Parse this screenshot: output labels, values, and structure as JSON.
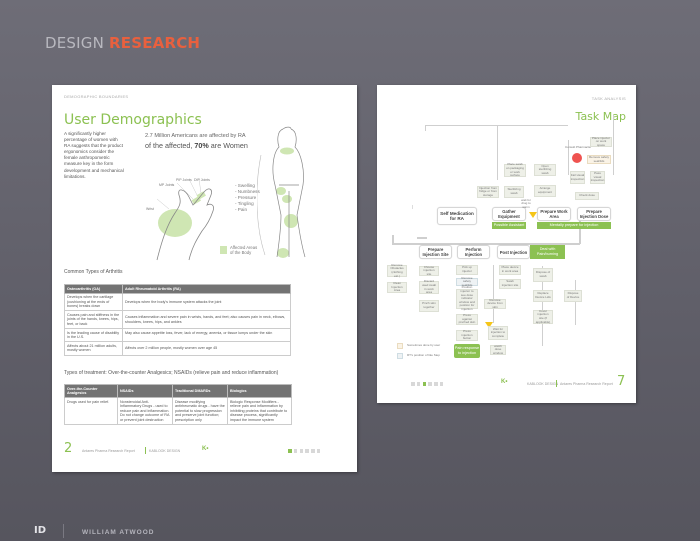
{
  "header": {
    "title_light": "DESIGN ",
    "title_accent": "RESEARCH",
    "accent_color": "#e8603e"
  },
  "left_page": {
    "section_tag": "DEMOGRAPHIC BOUNDARIES",
    "title": "User Demographics",
    "intro": "A significantly higher percentage of women with RA suggests that the product ergonomics consider the female anthropometric measure key in the form development and mechanical limitations.",
    "stat_line1": "2.7 Million Americans are affected by RA",
    "stat_line2_pre": "of the affected, ",
    "stat_line2_bold": "70%",
    "stat_line2_post": " are Women",
    "joint_labels": {
      "pip": "PIP Joints",
      "dip": "DIP Joints",
      "mp": "MP Joints",
      "wrist": "Wrist"
    },
    "symptoms": [
      "- Swelling",
      "- Numbness",
      "- Pressure",
      "- Tingling",
      "- Pain"
    ],
    "legend": "Affected Areas of the Body",
    "arthritis_table": {
      "caption": "Common Types of Arthritis",
      "headers": [
        "Osteoarthritis (OA)",
        "Adult Rheumatoid Arthritis (RA)"
      ],
      "rows": [
        [
          "Develops when the cartilage (cushioning at the ends of bones) breaks down",
          "Develops when the body's immune system attacks the joint"
        ],
        [
          "Causes pain and stiffness in the joints of the hands, knees, hips, feet, or back",
          "Causes inflammation and severe pain in wrists, hands, and feet; also causes pain in neck, elbows, shoulders, knees, hips, and ankles"
        ],
        [
          "Is the leading cause of disability in the U.S.",
          "May also cause appetite loss, fever, lack of energy, anemia, or tissue lumps under the skin"
        ],
        [
          "Affects about 21 million adults, mostly women",
          "Affects over 2 million people, mostly women over age 45"
        ]
      ]
    },
    "treatment_table": {
      "caption": "Types of treatment: Over-the-counter Analgesics; NSAIDs (relieve pain and reduce inflammation)",
      "headers": [
        "Over-the-Counter Analgesics",
        "NSAIDs",
        "Traditional DMARDs",
        "Biologics"
      ],
      "rows": [
        [
          "Drugs used for pain relief.",
          "Nonsteroidal Anti-Inflammatory Drugs - used to reduce pain and inflammation. Do not change outcome of RA or prevent joint destruction",
          "Disease modifying antirheumatic drugs - have the potential to slow progression and preserve joint function; prescription only",
          "Biologic Response Modifiers - relieve pain and inflammation by inhibiting proteins that contribute to disease process, significantly impact the immune system"
        ]
      ]
    },
    "footer": {
      "page_number": "2",
      "report": "Antares Pharma Research Report",
      "studio": "KABLOOK DESIGN",
      "logo": "K•",
      "dots": 6,
      "active_dot": 0
    }
  },
  "right_page": {
    "section_tag": "TASK ANALYSIS",
    "title": "Task Map",
    "main_steps": {
      "self_med": "Self Medication for RA",
      "gather": "Gather Equipment",
      "prep_area": "Prepare Work Area",
      "prep_dose": "Prepare Injection Dose",
      "prep_site": "Prepare Injection Site",
      "perform": "Perform Injection",
      "post": "Post Injection"
    },
    "green_labels": {
      "assistant": "Possible Assistant",
      "mentally": "Mentally prepare for injection",
      "pain_burn": "Deal with Pain/burning",
      "pain_response": "Pain response to injection"
    },
    "sub_steps": {
      "inject_store": "Injection from fridge or from storage",
      "sterilizing": "Sterilizing swab",
      "place_swab": "Place swab on packaging or work surface",
      "open_swab": "Open sterilizing swab",
      "arrange": "Arrange equipment",
      "wait_label": "wait for drug to warm",
      "consult": "Consult Pharmacist",
      "fail_visual": "Fail visual inspection",
      "pass_visual": "Pass visual inspection",
      "remove_cap": "Remove safety seal/lids",
      "place_work": "Place injector on work space",
      "check_dose": "Check dose",
      "remove_obstacles": "Remove Obstacles (clothing etc.)",
      "choose_site": "Choose injection site",
      "clean_site": "Clean Injection Area",
      "discard_swab": "Discard used swab in work area",
      "pinch_skin": "Pinch skin together",
      "pick_up": "Pick up injector",
      "remove_safety": "Remove safety seal/lids",
      "position": "Position injector to see dose indicator window and position for injection",
      "press_skin": "Press against pinched skin",
      "press_button": "Press injection button",
      "wait_complete": "Wait for injection to complete",
      "watch_dose": "watch dose window",
      "place_device": "Place device in work area",
      "swab_site": "Swab injection site",
      "remove_device": "Remove device from skin",
      "dispose_swab": "Dispose of swab",
      "replace_cap": "Replace Device Lids",
      "dispose_device": "Dispose of Device",
      "cover_site": "Cover injection site (if applicable)"
    },
    "legend": {
      "peach": "Sometimes done by user",
      "blue": "RT's position of like Step"
    },
    "footer": {
      "page_number": "7",
      "studio": "KABLOOK DESIGN",
      "report": "Antares Pharma Research Report",
      "logo": "K•",
      "dots": 6,
      "active_dot": 2
    }
  },
  "signature": {
    "mark": "ID",
    "name": "WILLIAM ATWOOD"
  }
}
